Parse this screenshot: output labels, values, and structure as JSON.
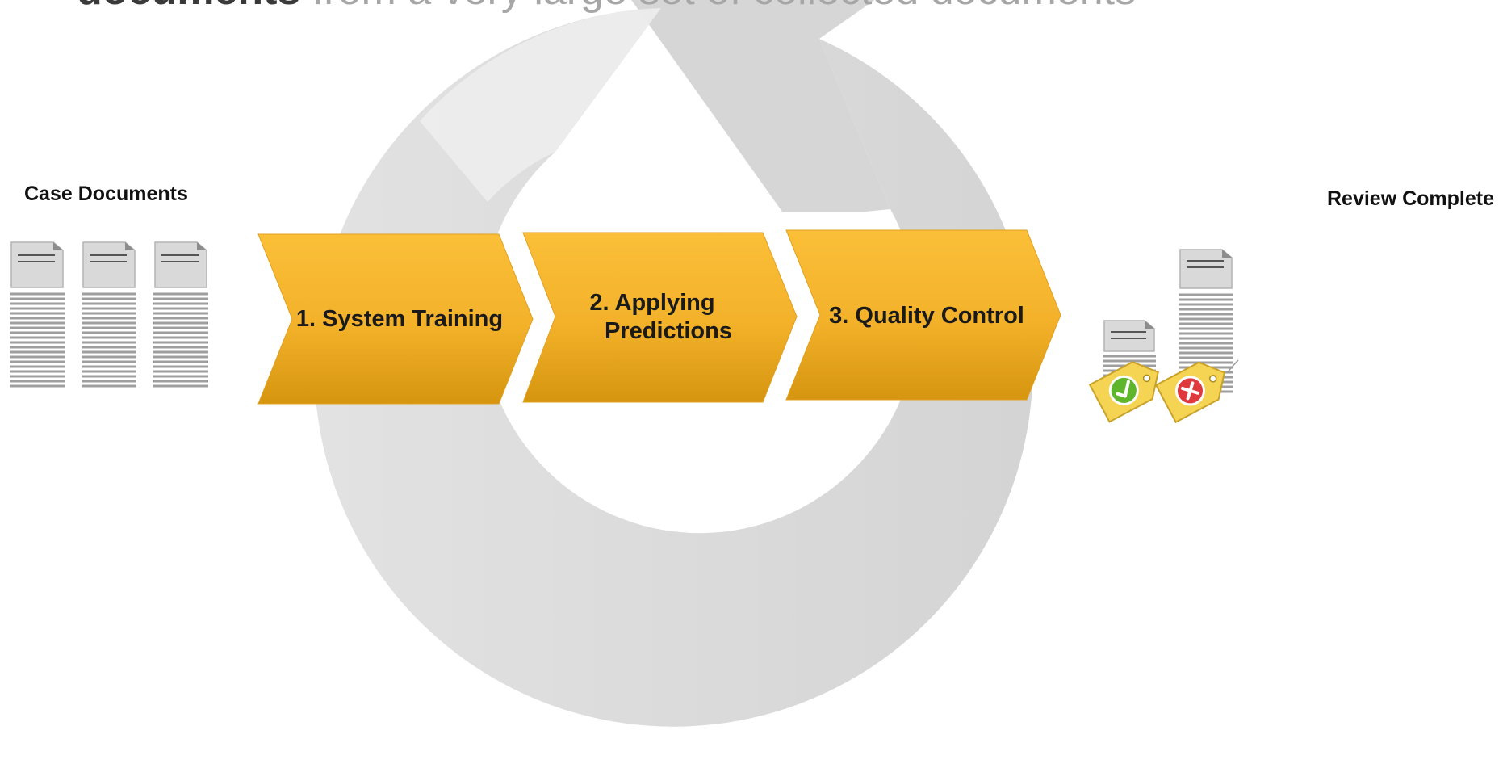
{
  "headline": {
    "bold": "documents",
    "rest": " from a very large set of collected documents"
  },
  "labels": {
    "input": "Case Documents",
    "output": "Review Complete"
  },
  "steps": [
    {
      "lines": [
        "1. System Training"
      ]
    },
    {
      "lines": [
        "2. Applying",
        "Predictions"
      ]
    },
    {
      "lines": [
        "3. Quality Control"
      ]
    }
  ],
  "colors": {
    "cycle_arrow": "#d9d9d9",
    "step_top": "#fbbf38",
    "step_bottom": "#d99a12",
    "tag_fill": "#f5d453",
    "check_badge": "#5fb52c",
    "reject_badge": "#e0393d"
  },
  "icons": {
    "cycle": "circular-refresh-arrow-icon",
    "input_docs": "document-stack-icon",
    "approved_tag": "approved-tag-icon",
    "rejected_tag": "rejected-tag-icon"
  }
}
